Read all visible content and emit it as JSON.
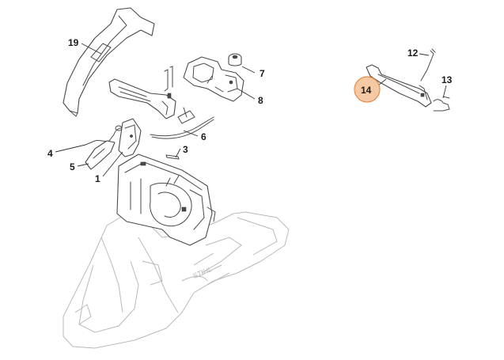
{
  "diagram": {
    "callouts": [
      {
        "id": "19",
        "label": "19"
      },
      {
        "id": "7",
        "label": "7"
      },
      {
        "id": "8",
        "label": "8"
      },
      {
        "id": "6",
        "label": "6"
      },
      {
        "id": "3",
        "label": "3"
      },
      {
        "id": "4",
        "label": "4"
      },
      {
        "id": "5",
        "label": "5"
      },
      {
        "id": "1",
        "label": "1"
      },
      {
        "id": "12",
        "label": "12"
      },
      {
        "id": "13",
        "label": "13"
      },
      {
        "id": "14",
        "label": "14",
        "highlighted": true
      }
    ],
    "highlight_color": "#f5c9a4",
    "highlight_stroke": "#e08c4a"
  }
}
